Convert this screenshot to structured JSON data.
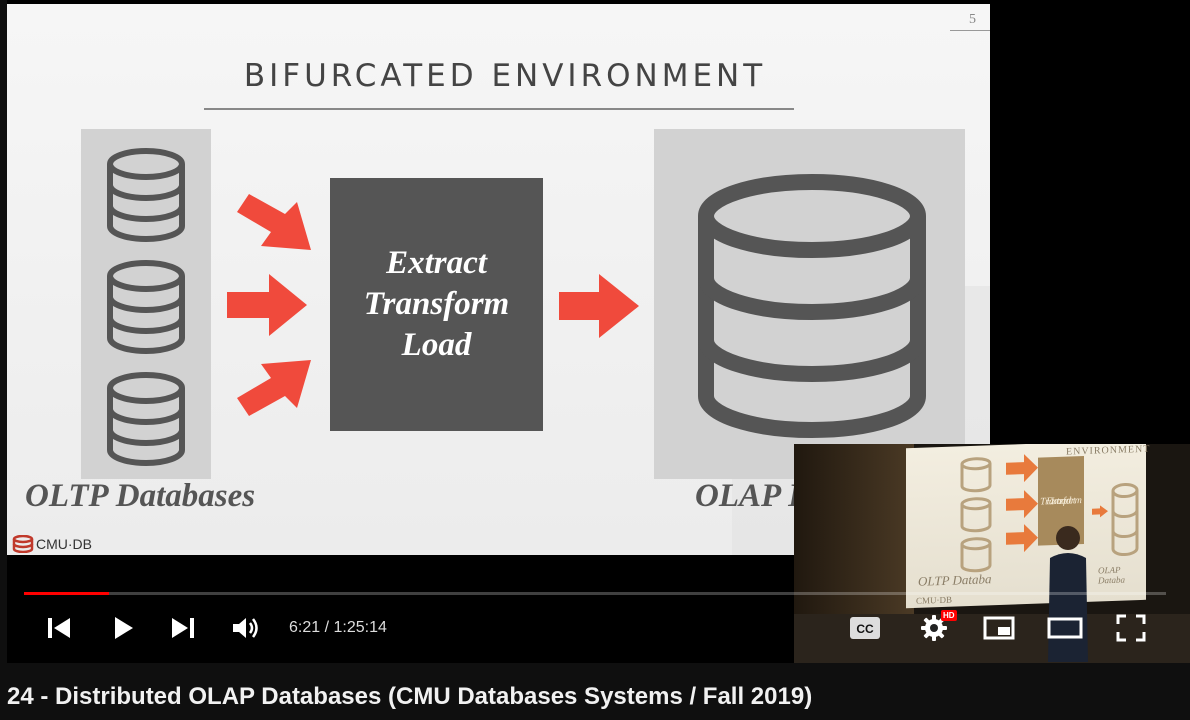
{
  "slide": {
    "page_number": "5",
    "title": "BIFURCATED ENVIRONMENT",
    "etl_lines": [
      "Extract",
      "Transform",
      "Load"
    ],
    "left_label": "OLTP Databases",
    "right_label": "OLAP D",
    "logo_text": "CMU·DB"
  },
  "pip": {
    "slide_title": "ENVIRONMENT",
    "etl_lines": [
      "Extract",
      "Transform",
      "Load"
    ],
    "left_label": "OLTP Databa",
    "right_label": "OLAP Databa",
    "logo_text": "CMU·DB"
  },
  "player": {
    "current_time": "6:21",
    "duration": "1:25:14",
    "time_display": "6:21 / 1:25:14",
    "progress_fraction": 0.0745,
    "hd_badge": "HD",
    "icons": [
      "previous-icon",
      "play-icon",
      "next-icon",
      "volume-icon",
      "captions-icon",
      "settings-icon",
      "miniplayer-icon",
      "theater-mode-icon",
      "fullscreen-icon"
    ],
    "accent": "#ff0000"
  },
  "video": {
    "title": "24 - Distributed OLAP Databases (CMU Databases Systems / Fall 2019)"
  }
}
